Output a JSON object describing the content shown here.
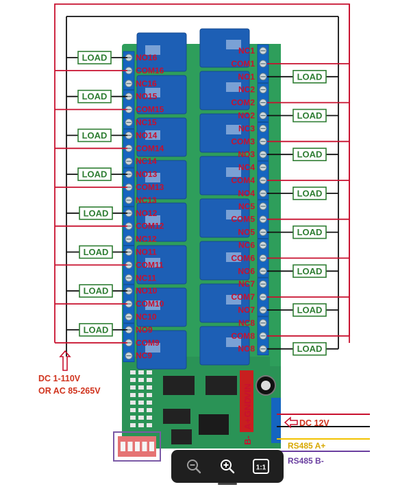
{
  "load_label": "LOAD",
  "left_terminals": [
    "NO16",
    "COM16",
    "NC16",
    "NO15",
    "COM15",
    "NC15",
    "NO14",
    "COM14",
    "NC14",
    "NO13",
    "COM13",
    "NC13",
    "NO12",
    "COM12",
    "NC12",
    "NO11",
    "COM11",
    "NC11",
    "NO10",
    "COM10",
    "NC10",
    "NO9",
    "COM9",
    "NC9"
  ],
  "right_terminals": [
    "NC1",
    "COM1",
    "NO1",
    "NC2",
    "COM2",
    "NO2",
    "NC3",
    "COM3",
    "NO3",
    "NC4",
    "COM4",
    "NO4",
    "NC5",
    "COM5",
    "NO5",
    "NC6",
    "COM6",
    "NO6",
    "NC7",
    "COM7",
    "NO7",
    "NC8",
    "COM8",
    "NO8"
  ],
  "power_label_line1": "DC 1-110V",
  "power_label_line2": "OR AC 85-265V",
  "dc_label": "DC 12V",
  "rs485_a_label": "RS485 A+",
  "rs485_b_label": "RS485 B-",
  "pin_labels": [
    "VIN",
    "GND",
    "A+",
    "B-"
  ],
  "colors": {
    "wire_red": "#c8102e",
    "wire_black": "#111111",
    "load_border": "#2e7d32",
    "terminal_blue": "#1565c0",
    "board_green": "#2e9e5b",
    "relay_blue": "#1d5fb5",
    "rs485_a": "#f2c200",
    "rs485_b": "#6a3fa0"
  },
  "toolbar": {
    "zoom_out_icon": "zoom-out-icon",
    "zoom_in_icon": "zoom-in-icon",
    "actual_size_label": "1:1"
  }
}
